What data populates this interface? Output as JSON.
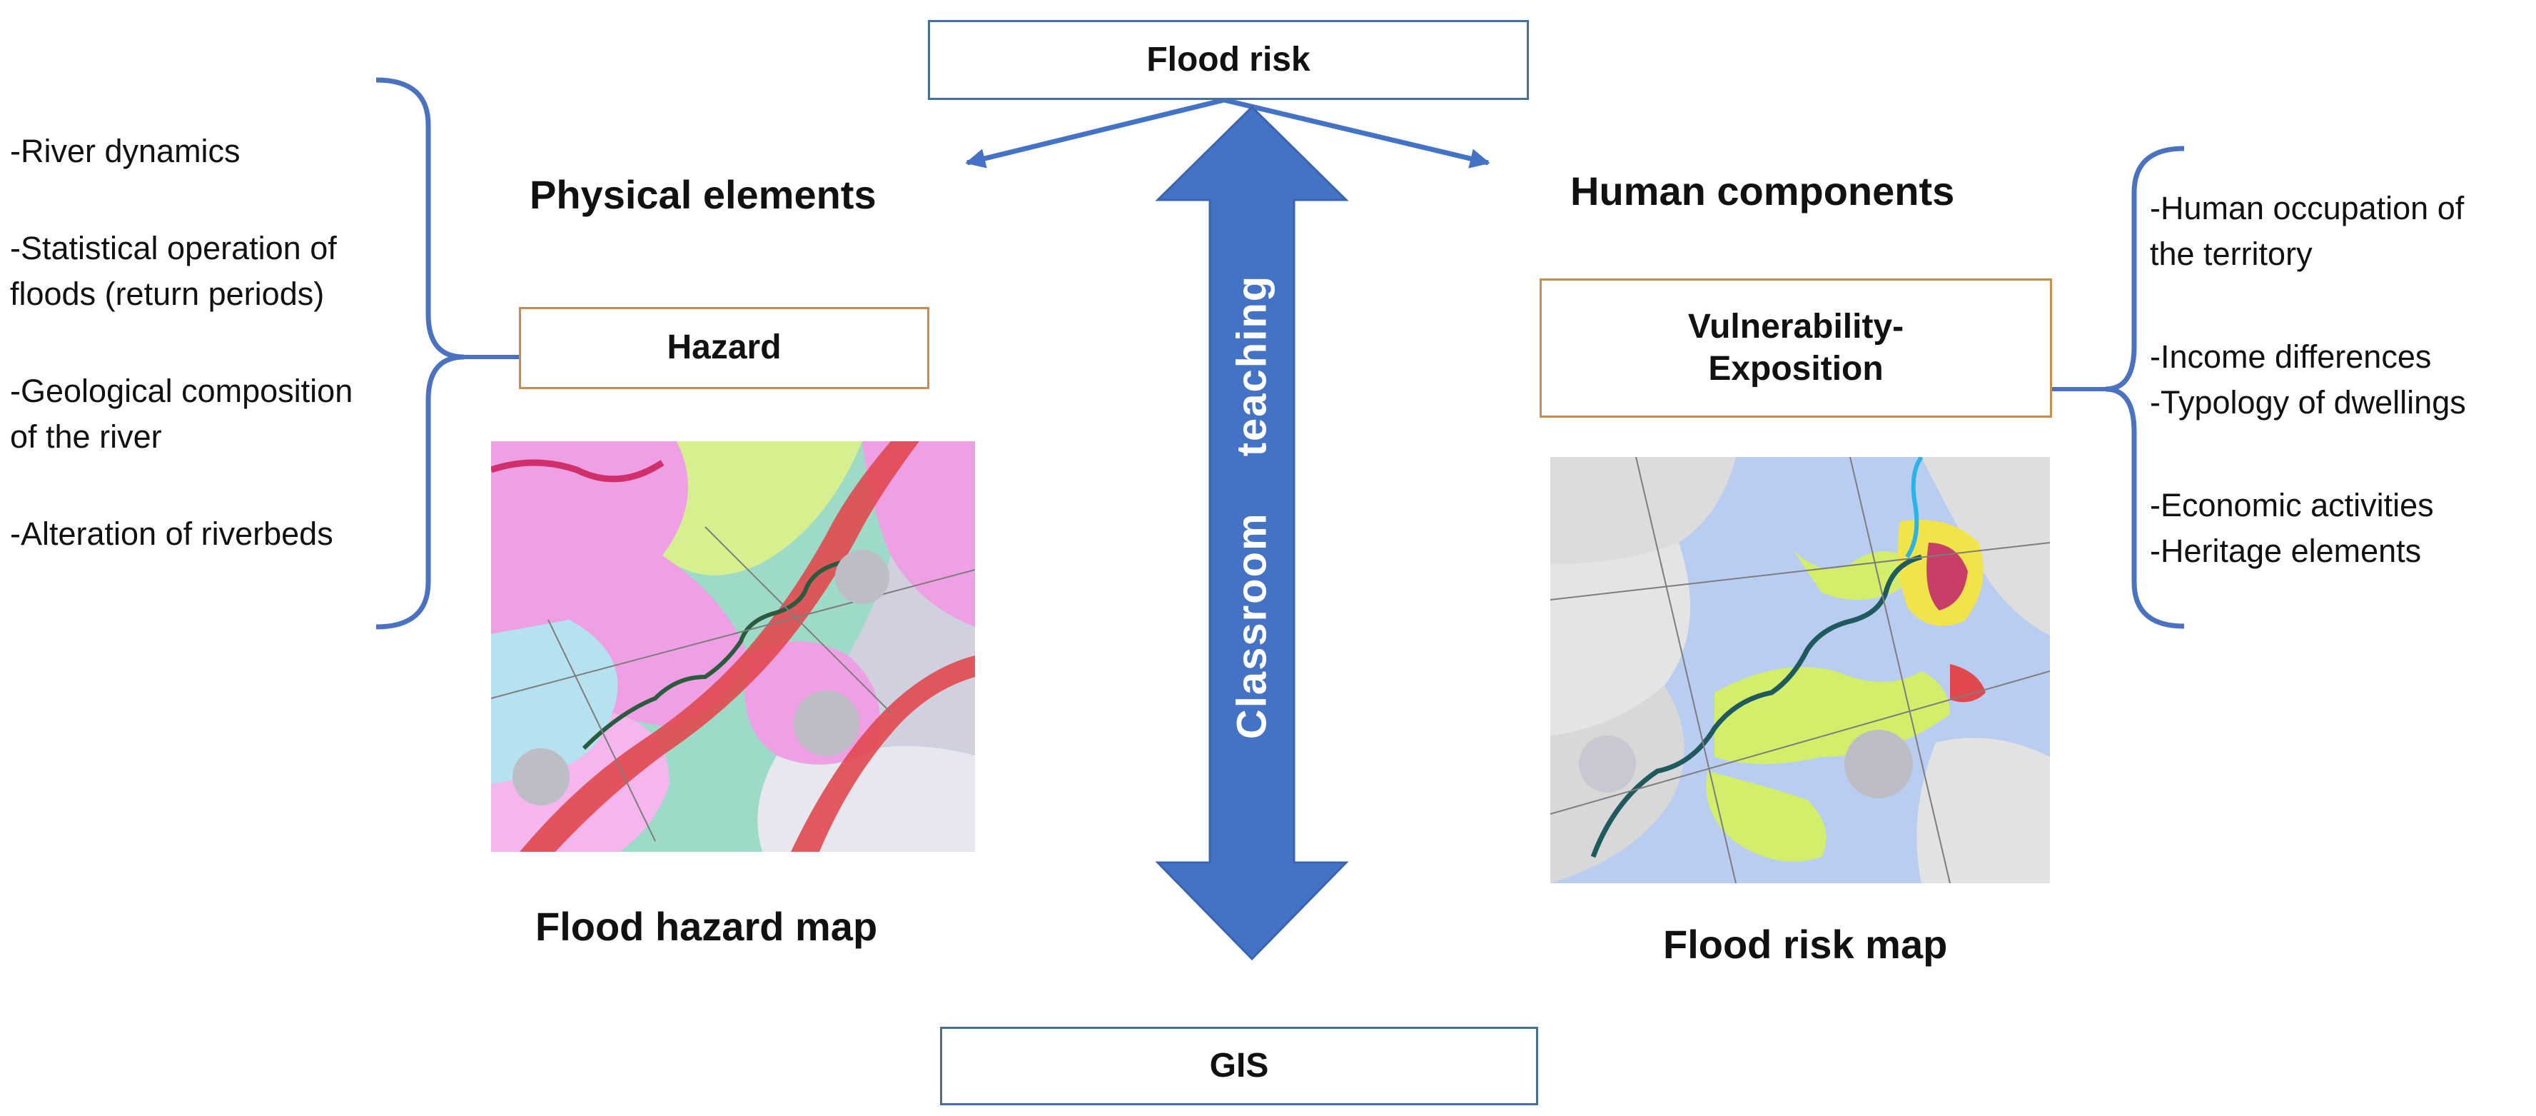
{
  "boxes": {
    "flood_risk": "Flood risk",
    "hazard": "Hazard",
    "vulnerability_line1": "Vulnerability-",
    "vulnerability_line2": "Exposition",
    "gis": "GIS"
  },
  "headings": {
    "physical": "Physical elements",
    "human": "Human components"
  },
  "center_arrow_label": "Classroom teaching",
  "hazard_factors": [
    "-River dynamics",
    "-Statistical operation of",
    "floods (return periods)",
    "-Geological composition",
    "of the river",
    "-Alteration of riverbeds"
  ],
  "human_factors": [
    "-Human occupation of",
    "the territory",
    "-Income differences",
    "-Typology of dwellings",
    "-Economic activities",
    "-Heritage elements"
  ],
  "captions": {
    "hazard_map": "Flood hazard map",
    "risk_map": "Flood risk map"
  },
  "colors": {
    "box_border_blue": "#41719c",
    "box_border_orange": "#c98c4a",
    "arrow_blue": "#4472c4",
    "bracket_blue": "#4a72c0"
  }
}
